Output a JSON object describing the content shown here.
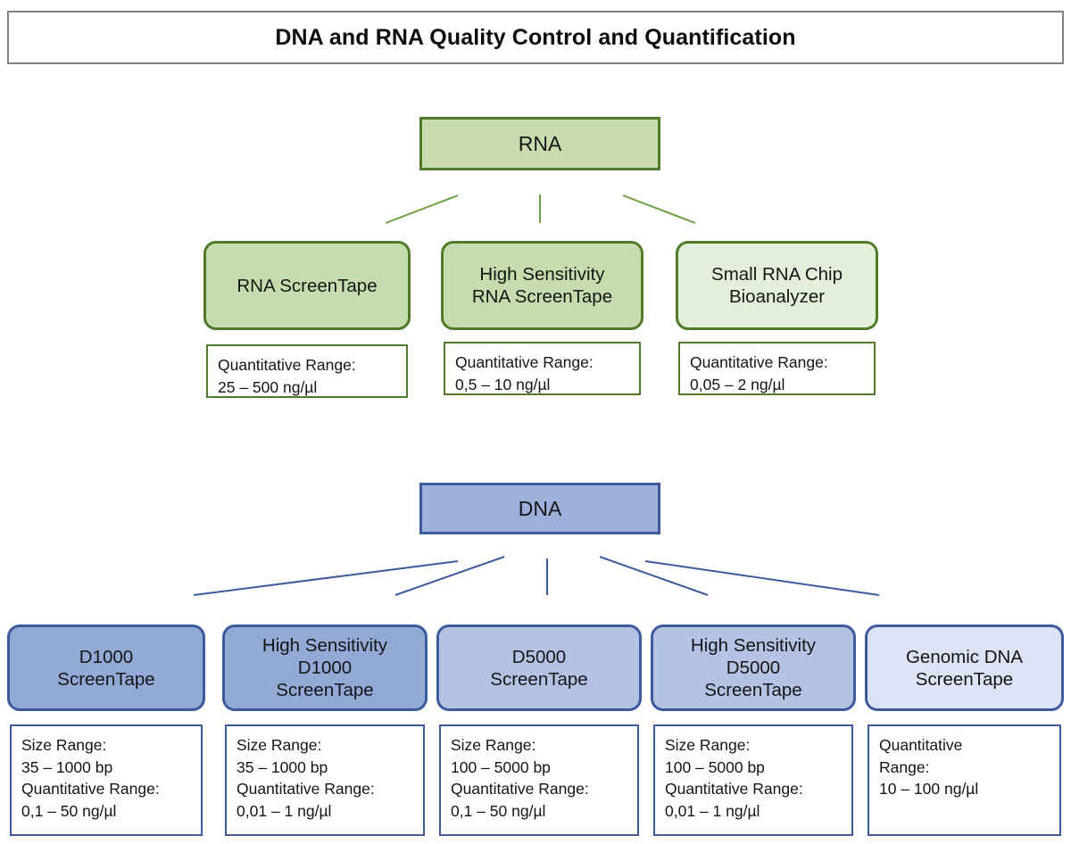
{
  "title": "DNA and RNA Quality Control and Quantification",
  "colors": {
    "title_border": "#808285",
    "rna_border": "#4f7b2b",
    "rna_fill": "#c8dcaf",
    "rna_fill_light": "#e4efdb",
    "dna_border": "#3d5a9c",
    "dna_fill": "#9db0da",
    "dna_fill_mid": "#b4c3e4",
    "dna_fill_light": "#dce3f4"
  },
  "rna": {
    "header": "RNA",
    "children": [
      {
        "label": "RNA ScreenTape",
        "spec": "Quantitative Range:\n25 – 500 ng/µl"
      },
      {
        "label": "High Sensitivity\nRNA ScreenTape",
        "spec": "Quantitative Range:\n0,5 – 10 ng/µl"
      },
      {
        "label": "Small RNA Chip\nBioanalyzer",
        "spec": "Quantitative Range:\n0,05 – 2 ng/µl"
      }
    ]
  },
  "dna": {
    "header": "DNA",
    "children": [
      {
        "label": "D1000\nScreenTape",
        "spec": "Size Range:\n35 – 1000 bp\nQuantitative Range:\n0,1 – 50 ng/µl"
      },
      {
        "label": "High Sensitivity\nD1000\nScreenTape",
        "spec": "Size Range:\n35 – 1000 bp\nQuantitative Range:\n0,01 – 1 ng/µl"
      },
      {
        "label": "D5000\nScreenTape",
        "spec": "Size Range:\n100 – 5000 bp\nQuantitative Range:\n0,1 – 50 ng/µl"
      },
      {
        "label": "High Sensitivity\nD5000\nScreenTape",
        "spec": "Size Range:\n100 – 5000 bp\nQuantitative Range:\n0,01 – 1 ng/µl"
      },
      {
        "label": "Genomic DNA\nScreenTape",
        "spec": "Quantitative\nRange:\n10 – 100 ng/µl"
      }
    ]
  }
}
